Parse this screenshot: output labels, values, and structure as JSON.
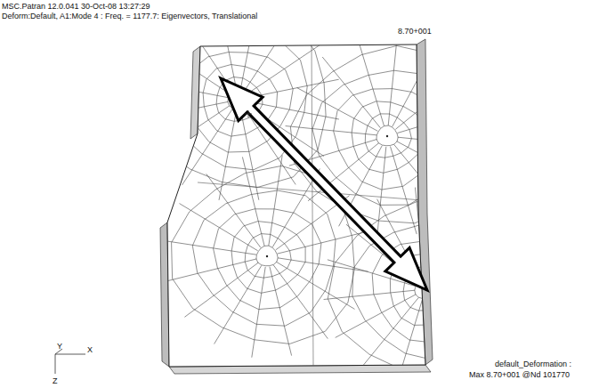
{
  "diagram": {
    "labels": [
      "MSC.Patran 12.0.041 30-Oct-08 13:27:29",
      "Deform:Default, A1:Mode 4 : Freq. = 1177.7: Eigenvectors, Translational",
      "8.70+001",
      "default_Deformation :",
      "Max 8.70+001 @Nd 101770",
      "Y",
      "X",
      "Z"
    ]
  }
}
